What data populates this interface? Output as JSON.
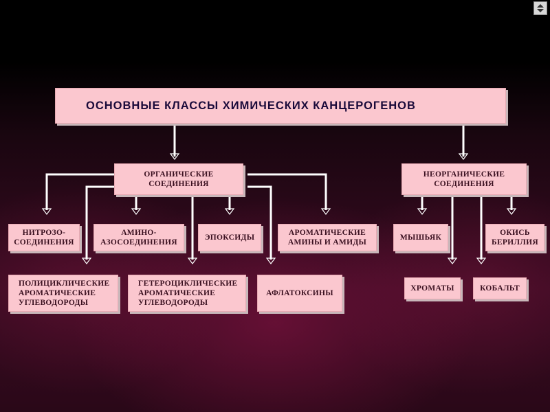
{
  "title": "ОСНОВНЫЕ  КЛАССЫ  ХИМИЧЕСКИХ  КАНЦЕРОГЕНОВ",
  "organic": [
    "ОРГАНИЧЕСКИЕ",
    "СОЕДИНЕНИЯ"
  ],
  "inorganic": [
    "НЕОРГАНИЧЕСКИЕ",
    "СОЕДИНЕНИЯ"
  ],
  "nitroso": [
    "НИТРОЗО-",
    "СОЕДИНЕНИЯ"
  ],
  "amino": [
    "АМИНО-",
    "АЗОСОЕДИНЕНИЯ"
  ],
  "epoxides": "ЭПОКСИДЫ",
  "aromatic_amines": [
    "АРОМАТИЧЕСКИЕ",
    "АМИНЫ  И  АМИДЫ"
  ],
  "polycyclic": [
    "ПОЛИЦИКЛИЧЕСКИЕ",
    "АРОМАТИЧЕСКИЕ",
    "УГЛЕВОДОРОДЫ"
  ],
  "heterocyclic": [
    "ГЕТЕРОЦИКЛИЧЕСКИЕ",
    "АРОМАТИЧЕСКИЕ",
    "УГЛЕВОДОРОДЫ"
  ],
  "aflatoxins": "АФЛАТОКСИНЫ",
  "arsenic": "МЫШЬЯК",
  "beryllium": [
    "ОКИСЬ",
    "БЕРИЛЛИЯ"
  ],
  "chromates": "ХРОМАТЫ",
  "cobalt": "КОБАЛЬТ",
  "colors": {
    "box_fill": "#fbc7cf",
    "line": "#ffffff",
    "background": "#000000",
    "glow": "#8c1446"
  }
}
